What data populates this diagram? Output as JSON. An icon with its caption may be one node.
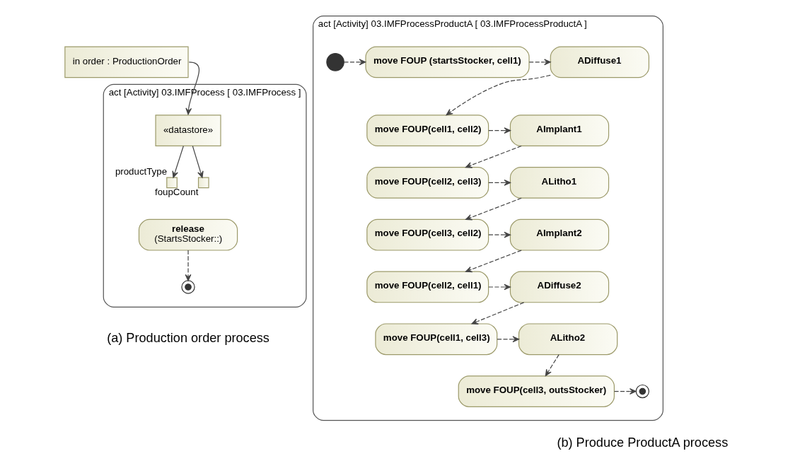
{
  "diagram": {
    "nodes": [
      {
        "text": [
          "act [Activity] 03.IMFProcess [ 03.IMFProcess ]"
        ],
        "beside": [
          "(a) Production order process"
        ]
      },
      {
        "text": [
          "in order : ProductionOrder"
        ]
      },
      {
        "text": [
          "«datastore»"
        ],
        "in": 0
      },
      {
        "text": [],
        "shape": "box",
        "in": 0,
        "beside": [
          "productType"
        ]
      },
      {
        "text": [],
        "shape": "box",
        "in": 0,
        "beside": [
          "foupCount"
        ]
      },
      {
        "text": [
          "release",
          "(StartsStocker::)"
        ],
        "in": 0
      },
      {
        "text": [],
        "shape": "bullseye",
        "in": 0
      },
      {
        "text": [
          "act [Activity] 03.IMFProcessProductA [ 03.IMFProcessProductA ]"
        ],
        "beside": [
          "(b) Produce ProductA process"
        ]
      },
      {
        "text": [],
        "shape": "circle",
        "in": 7
      },
      {
        "text": [
          "move FOUP (startsStocker, cell1)"
        ],
        "in": 7
      },
      {
        "text": [
          "ADiffuse1"
        ],
        "in": 7
      },
      {
        "text": [
          "move FOUP(cell1, cell2)"
        ],
        "in": 7
      },
      {
        "text": [
          "AImplant1"
        ],
        "in": 7
      },
      {
        "text": [
          "move FOUP(cell2, cell3)"
        ],
        "in": 7
      },
      {
        "text": [
          "ALitho1"
        ],
        "in": 7
      },
      {
        "text": [
          "move FOUP(cell3, cell2)"
        ],
        "in": 7
      },
      {
        "text": [
          "AImplant2"
        ],
        "in": 7
      },
      {
        "text": [
          "move FOUP(cell2, cell1)"
        ],
        "in": 7
      },
      {
        "text": [
          "ADiffuse2"
        ],
        "in": 7
      },
      {
        "text": [
          "move FOUP(cell1, cell3)"
        ],
        "in": 7
      },
      {
        "text": [
          "ALitho2"
        ],
        "in": 7
      },
      {
        "text": [
          "move FOUP(cell3, outsStocker)"
        ],
        "in": 7
      },
      {
        "text": [],
        "shape": "bullseye",
        "in": 7
      }
    ],
    "edges": [
      {
        "from": 1,
        "to": 2,
        "arrow": "to"
      },
      {
        "from": 2,
        "to": 3,
        "arrow": "to"
      },
      {
        "from": 2,
        "to": 4,
        "arrow": "to"
      },
      {
        "from": 5,
        "to": 6,
        "arrow": "to",
        "style": "dashed"
      },
      {
        "from": 8,
        "to": 9,
        "arrow": "to",
        "style": "dashed"
      },
      {
        "from": 9,
        "to": 10,
        "arrow": "to",
        "style": "dashed"
      },
      {
        "from": 10,
        "to": 11,
        "arrow": "to",
        "style": "dashed"
      },
      {
        "from": 11,
        "to": 12,
        "arrow": "to",
        "style": "dashed"
      },
      {
        "from": 12,
        "to": 13,
        "arrow": "to",
        "style": "dashed"
      },
      {
        "from": 13,
        "to": 14,
        "arrow": "to",
        "style": "dashed"
      },
      {
        "from": 14,
        "to": 15,
        "arrow": "to",
        "style": "dashed"
      },
      {
        "from": 15,
        "to": 16,
        "arrow": "to",
        "style": "dashed"
      },
      {
        "from": 16,
        "to": 17,
        "arrow": "to",
        "style": "dashed"
      },
      {
        "from": 17,
        "to": 18,
        "arrow": "to",
        "style": "dashed"
      },
      {
        "from": 18,
        "to": 19,
        "arrow": "to",
        "style": "dashed"
      },
      {
        "from": 19,
        "to": 20,
        "arrow": "to",
        "style": "dashed"
      },
      {
        "from": 20,
        "to": 21,
        "arrow": "to",
        "style": "dashed"
      },
      {
        "from": 21,
        "to": 22,
        "arrow": "to",
        "style": "dashed"
      }
    ]
  }
}
